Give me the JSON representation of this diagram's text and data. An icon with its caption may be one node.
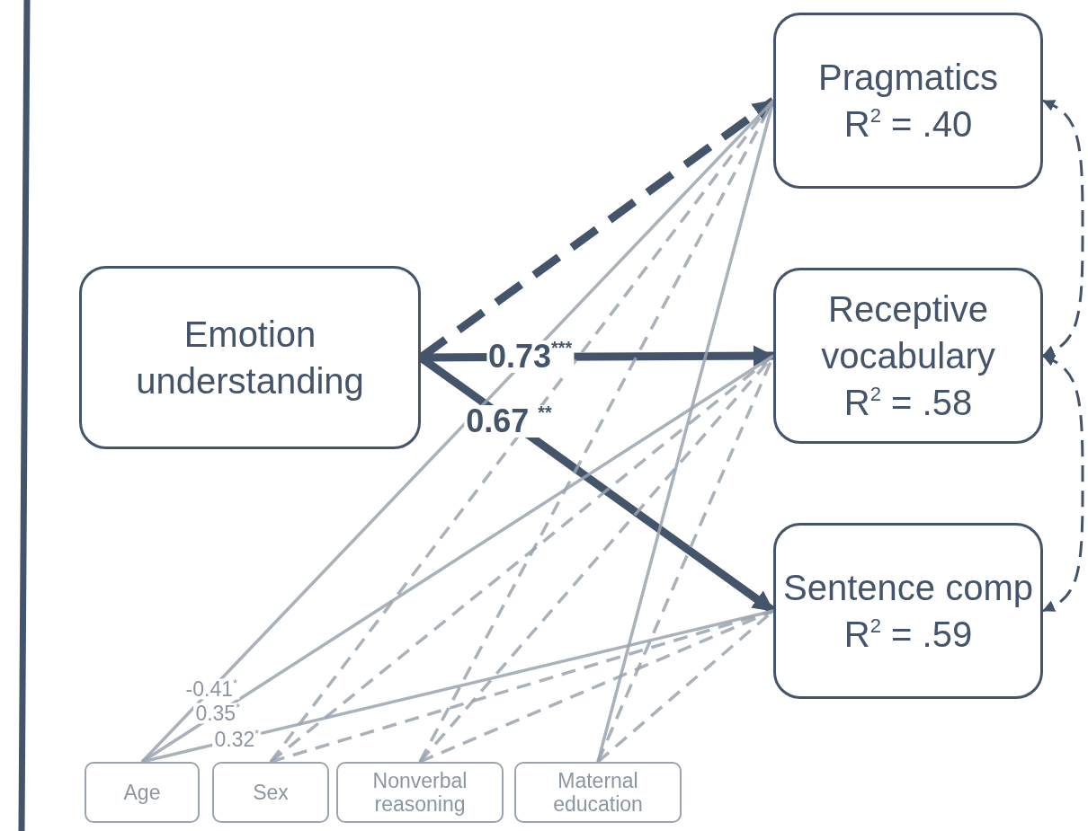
{
  "diagram": {
    "nodes": [
      {
        "text": [
          "Emotion understanding"
        ]
      },
      {
        "text": [
          "Pragmatics",
          "R$^{2}$ = .40"
        ]
      },
      {
        "text": [
          "Receptive vocabulary",
          "R$^{2}$ = .58"
        ]
      },
      {
        "text": [
          "Sentence comp",
          "R$^{2}$ = .59"
        ]
      },
      {
        "text": [
          "Age"
        ]
      },
      {
        "text": [
          "Sex"
        ]
      },
      {
        "text": [
          "Nonverbal reasoning"
        ]
      },
      {
        "text": [
          "Maternal education"
        ]
      }
    ],
    "edges": [
      {
        "from": 0,
        "to": 1,
        "arrow": "to",
        "style": "dashed",
        "color": "#44546a"
      },
      {
        "from": 0,
        "to": 2,
        "arrow": "to",
        "label": "0.73$^{***}$",
        "style": "thick",
        "color": "#44546a"
      },
      {
        "from": 0,
        "to": 3,
        "arrow": "to",
        "label": "0.67 $^{**}$",
        "style": "thick",
        "color": "#44546a"
      },
      {
        "from": 1,
        "to": 2,
        "arrow": "both",
        "style": "dashed",
        "color": "#44546a"
      },
      {
        "from": 2,
        "to": 3,
        "arrow": "both",
        "style": "dashed",
        "color": "#44546a"
      },
      {
        "from": 4,
        "to": 1,
        "arrow": "none",
        "label": "-0.41$^{*}$"
      },
      {
        "from": 4,
        "to": 2,
        "arrow": "none",
        "label": "0.35$^{*}$"
      },
      {
        "from": 4,
        "to": 3,
        "arrow": "none",
        "label": "0.32$^{*}$"
      },
      {
        "from": 5,
        "to": 1,
        "arrow": "none",
        "style": "dashed"
      },
      {
        "from": 5,
        "to": 2,
        "arrow": "none",
        "style": "dashed"
      },
      {
        "from": 5,
        "to": 3,
        "arrow": "none",
        "style": "dashed"
      },
      {
        "from": 6,
        "to": 1,
        "arrow": "none",
        "style": "dashed"
      },
      {
        "from": 6,
        "to": 2,
        "arrow": "none",
        "style": "dashed"
      },
      {
        "from": 6,
        "to": 3,
        "arrow": "none",
        "style": "dashed"
      },
      {
        "from": 7,
        "to": 1,
        "arrow": "none"
      },
      {
        "from": 7,
        "to": 2,
        "arrow": "none",
        "style": "dashed"
      },
      {
        "from": 7,
        "to": 3,
        "arrow": "none",
        "style": "dashed"
      }
    ]
  }
}
